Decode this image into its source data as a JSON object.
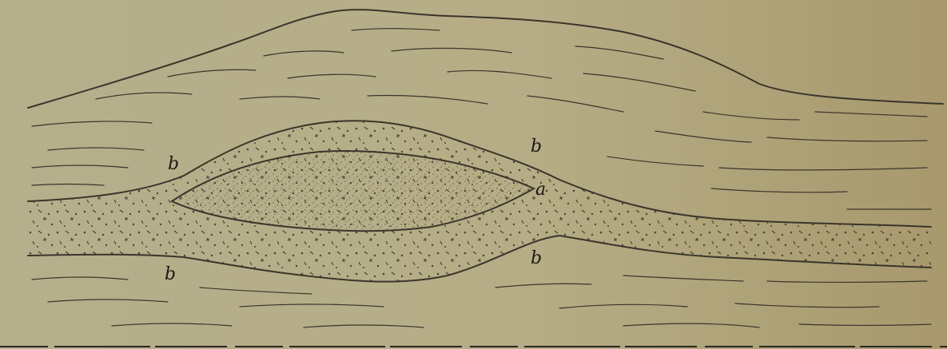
{
  "figure": {
    "labels": {
      "b_upper_left": "b",
      "b_lower_left": "b",
      "b_upper_right": "b",
      "b_lower_right": "b",
      "a_right": "a"
    },
    "colors": {
      "paper_left": "#b2ad8b",
      "paper_right": "#a99a6f",
      "ink": "#3a352a",
      "stipple": "#5a5442"
    }
  }
}
